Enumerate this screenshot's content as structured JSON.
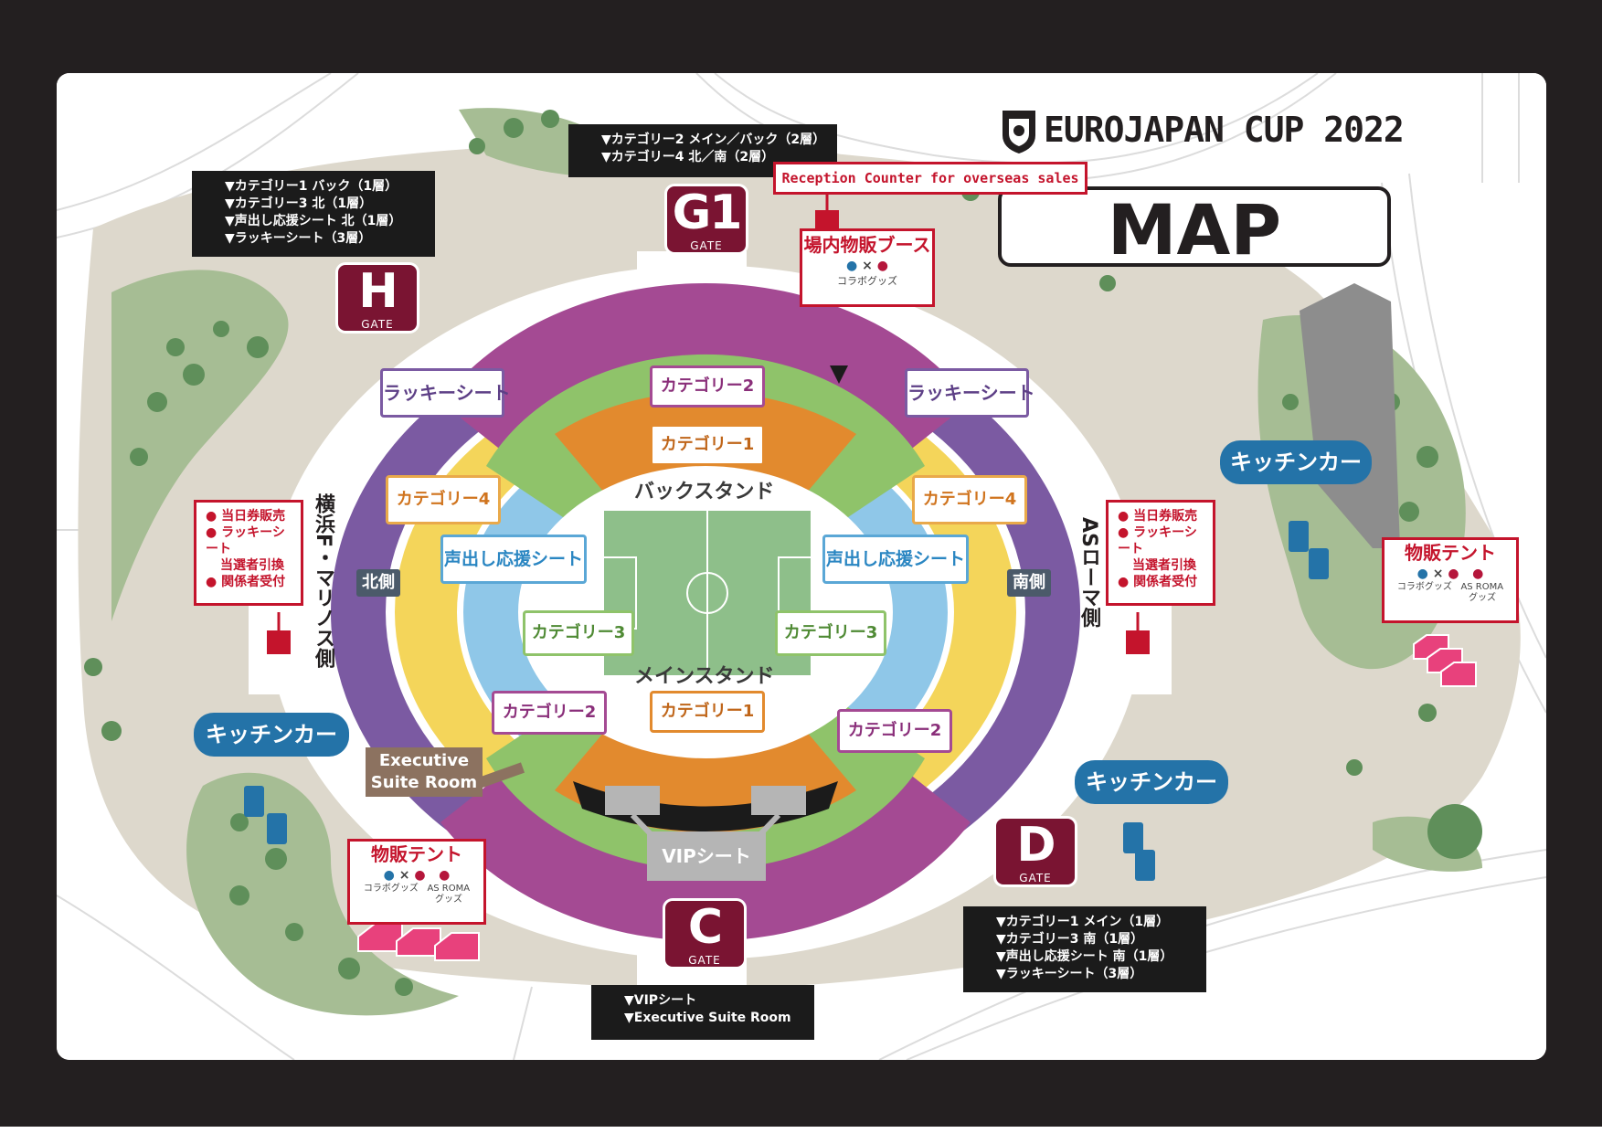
{
  "title": {
    "event": "EUROJAPAN CUP 2022",
    "map": "MAP"
  },
  "colors": {
    "frame": "#231f20",
    "gate": "#7a1432",
    "purple": "#7b5aa2",
    "magenta": "#a44a93",
    "orange": "#e28a2e",
    "yellow": "#f4d55a",
    "green": "#8fc36a",
    "lightblue": "#8fc7e8",
    "pitch": "#8ebf8a",
    "kitchen": "#2473a8",
    "red": "#c4142c",
    "brown": "#8c7260",
    "grey": "#b5b5b5"
  },
  "info_boxes": {
    "h": [
      "▼カテゴリー1 バック（1層）",
      "▼カテゴリー3 北（1層）",
      "▼声出し応援シート 北（1層）",
      "▼ラッキーシート（3層）"
    ],
    "g1": [
      "▼カテゴリー2 メイン／バック（2層）",
      "▼カテゴリー4 北／南（2層）"
    ],
    "d": [
      "▼カテゴリー1 メイン（1層）",
      "▼カテゴリー3 南（1層）",
      "▼声出し応援シート 南（1層）",
      "▼ラッキーシート（3層）"
    ],
    "c": [
      "▼VIPシート",
      "▼Executive Suite Room"
    ]
  },
  "gates": {
    "h": "H",
    "g1": "G1",
    "c": "C",
    "d": "D",
    "sub": "GATE"
  },
  "reception": "Reception Counter for overseas sales",
  "booth": {
    "title": "場内物販ブース",
    "collab": "コラボグッズ",
    "x": "×"
  },
  "tent": {
    "title": "物販テント",
    "collab": "コラボグッズ",
    "roma": "AS ROMA\nグッズ",
    "roma1": "AS ROMA",
    "roma2": "グッズ",
    "x": "×"
  },
  "kitchen": "キッチンカー",
  "seats": {
    "lucky": "ラッキーシート",
    "cat1": "カテゴリー1",
    "cat2": "カテゴリー2",
    "cat3": "カテゴリー3",
    "cat4": "カテゴリー4",
    "voice": "声出し応援シート",
    "vip": "VIPシート",
    "exec1": "Executive",
    "exec2": "Suite Room"
  },
  "stands": {
    "back": "バックスタンド",
    "main": "メインスタンド",
    "north": "北側",
    "south": "南側",
    "left_side": "横浜F・マリノス側",
    "right_side": "ASローマ側"
  },
  "services": [
    "当日券販売",
    "ラッキーシート\n当選者引換",
    "関係者受付"
  ],
  "services_split": [
    [
      "当日券販売"
    ],
    [
      "ラッキーシート",
      "当選者引換"
    ],
    [
      "関係者受付"
    ]
  ]
}
